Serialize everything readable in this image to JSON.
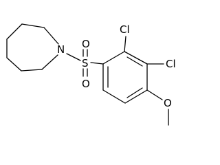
{
  "molecule": {
    "atoms": {
      "nitrogen": "N",
      "sulfur": "S",
      "sulfonyl_oxygen_top": "O",
      "sulfonyl_oxygen_bottom": "O",
      "chlorine_2": "Cl",
      "chlorine_3": "Cl",
      "methoxy_oxygen": "O"
    }
  }
}
